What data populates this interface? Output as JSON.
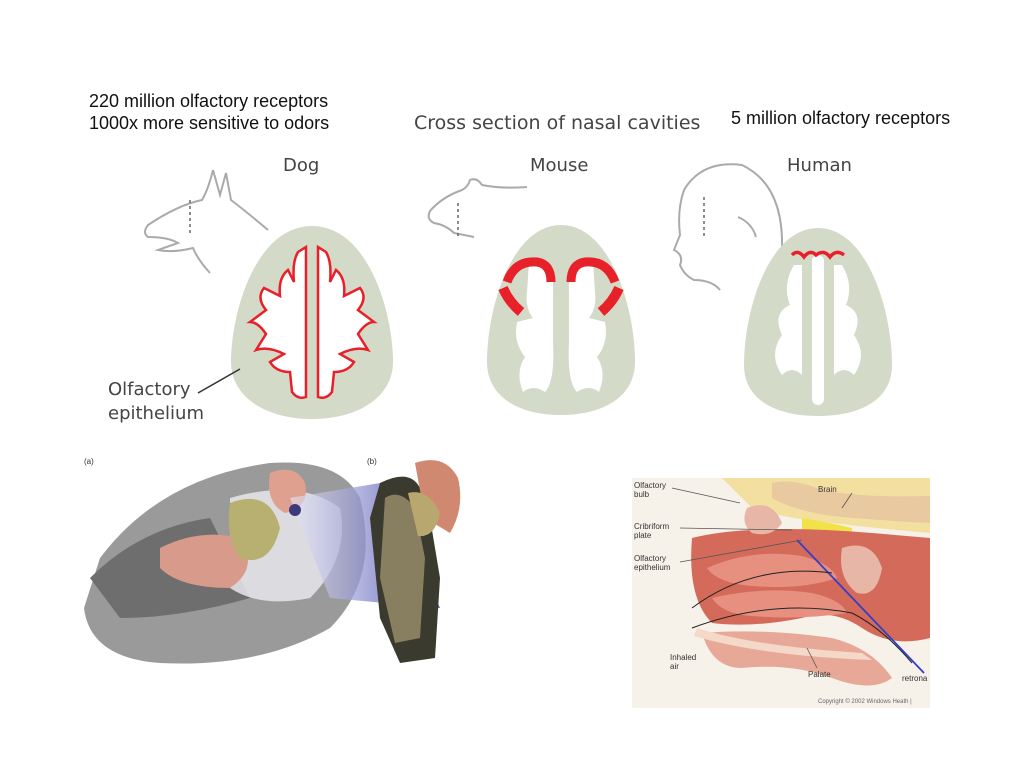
{
  "captions": {
    "dog_line1": "220 million olfactory receptors",
    "dog_line2": "1000x more sensitive to odors",
    "cross_section": "Cross section of nasal cavities",
    "human": "5 million olfactory receptors"
  },
  "panels": {
    "dog": "Dog",
    "mouse": "Mouse",
    "human": "Human"
  },
  "olfactory_label": {
    "line1": "Olfactory",
    "line2": "epithelium"
  },
  "render_panel": {
    "label_a": "(a)",
    "label_b": "(b)"
  },
  "anatomy": {
    "olfactory_bulb_1": "Olfactory",
    "olfactory_bulb_2": "bulb",
    "cribriform_1": "Cribriform",
    "cribriform_2": "plate",
    "epithelium_1": "Olfactory",
    "epithelium_2": "epithelium",
    "inhaled_1": "Inhaled",
    "inhaled_2": "air",
    "brain": "Brain",
    "palate": "Palate",
    "retronasal": "retrona",
    "copyright": "Copyright © 2002 Windows Heath |"
  },
  "colors": {
    "cavity_gray": "#d4dac8",
    "epithelium_red": "#e8202a"
  }
}
